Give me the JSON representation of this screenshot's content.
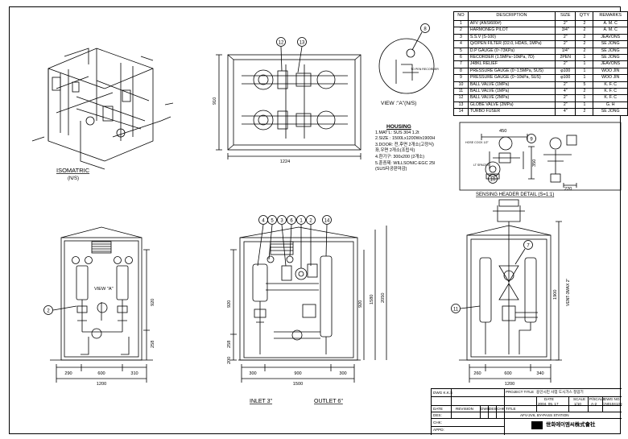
{
  "parts_table": {
    "headers": [
      "NO",
      "DESCRIPTION",
      "SIZE",
      "Q'TY",
      "REMARKS"
    ],
    "rows": [
      [
        "1",
        "AFV (ANSI600#)",
        "2\"",
        "2",
        "A. M. C"
      ],
      [
        "2",
        "HARMONEG PILOT",
        "3/4\"",
        "2",
        "A. M. C"
      ],
      [
        "3",
        "S.S.V (S-100)",
        "2\"",
        "2",
        "JEAVONS"
      ],
      [
        "4",
        "Q/OPEN FILTER (D2.0, HDAS, 1MPa)",
        "2\"",
        "2",
        "SE JONG"
      ],
      [
        "5",
        "D.P GAUGE (0~73KPa)",
        "1/4\"",
        "2",
        "SE JONG"
      ],
      [
        "6",
        "RECORDER (1.5MPa~10kPa, 7D)",
        "2PEN",
        "1",
        "SE JONG"
      ],
      [
        "7",
        "J48KL RELIEF",
        "2\"",
        "1",
        "JEAVONS"
      ],
      [
        "8",
        "PRESSURE GAUGE (0~1.5MPa, SUS)",
        "φ100",
        "1",
        "WOO JIN"
      ],
      [
        "9",
        "PRESSURE GAUGE (0~10kPa, SUS)",
        "φ100",
        "1",
        "WOO JIN"
      ],
      [
        "10",
        "BALL VALVE (1MPa)",
        "2\"",
        "5",
        "K. F. C"
      ],
      [
        "11",
        "BALL VALVE (1MPa)",
        "4\"",
        "2",
        "K. F. C"
      ],
      [
        "12",
        "BALL VALVE (2MPa)",
        "2\"",
        "1",
        "K. F. C"
      ],
      [
        "13",
        "GLOBE VALVE (2MPa)",
        "2\"",
        "1",
        "G. H"
      ],
      [
        "14",
        "TURBO FUSER",
        "4\"",
        "2",
        "SE JONG"
      ]
    ]
  },
  "labels": {
    "isometric": "ISOMATRIC",
    "isometric_sub": "(N/S)",
    "view_a": "VIEW :\"A\"(N/S)",
    "view_a_arrow": "VIEW \"A\"",
    "sensing_header": "SENSING HEADER DETAIL (S=1:1)",
    "inlet": "INLET 3\"",
    "outlet": "OUTLET 6\"",
    "pen_recorder": "TO PEN RECORDER",
    "hose_cock": "HOSE COCK 1/2\"",
    "lt_spacer": "LT SPACER",
    "sensing_dim_width": "450",
    "sensing_dim_height": "350",
    "sensing_dim_small": "220",
    "vent": "VENT-3MAX 2\""
  },
  "housing": {
    "title": "HOUSING",
    "lines": [
      "1.MAT'L: SUS 304 1.2t",
      "2.SIZE : 1500Lx1200Wx1900H",
      "3.DOOR: 전,후면 2개소(고정식)",
      "          좌,우면 2개소(조립식)",
      "4.환기구: 300x200 (2개소)",
      "5.훈증제: WILLSONIC-EGC 25l",
      "          (SUS타공판마감)"
    ]
  },
  "balloons": [
    "12",
    "13",
    "8",
    "9",
    "10",
    "2",
    "4",
    "5",
    "3",
    "6",
    "1",
    "2",
    "14",
    "11",
    "7"
  ],
  "dimensions": {
    "top_width": "1224",
    "top_height": "910",
    "left_overall": "1200",
    "left_segments": [
      "290",
      "600",
      "310"
    ],
    "left_height1": "920",
    "left_height2": "258",
    "center_overall": "1500",
    "center_segments": [
      "300",
      "900",
      "300"
    ],
    "center_height_left": "920",
    "center_height_left2": "258",
    "center_height_left3": "200",
    "center_height_r1": "920",
    "center_height_r2": "1580",
    "center_height_r3": "2050",
    "right_overall": "1200",
    "right_segments": [
      "260",
      "600",
      "340"
    ],
    "right_height": "1900"
  },
  "title_block": {
    "dwg_row": "DWG K.K.S",
    "project_label": "PROJECT TITLE",
    "project_value": "용인시민 사업 도시가스 정압기",
    "date_label": "DATE",
    "scale_label": "SCALE",
    "size_label": "P/SCALE",
    "dwg_no_label": "DWG NO.",
    "date_value": "2004. 05. 17",
    "scale_value": "1/10",
    "size_value": "A-2",
    "dwg_no_value": "CN0104138",
    "col_date": "DATE",
    "col_revision": "REVISION",
    "col_dwg": "DWG",
    "col_des": "DES",
    "col_chk": "CHK",
    "title_label": "TITLE",
    "title_value": "AFV-2V6, BY-PASS STATION",
    "des_label": "DES:",
    "chk_label": "CHK:",
    "appd_label": "APPD:",
    "company": "世화에이엠씨株式會社"
  }
}
